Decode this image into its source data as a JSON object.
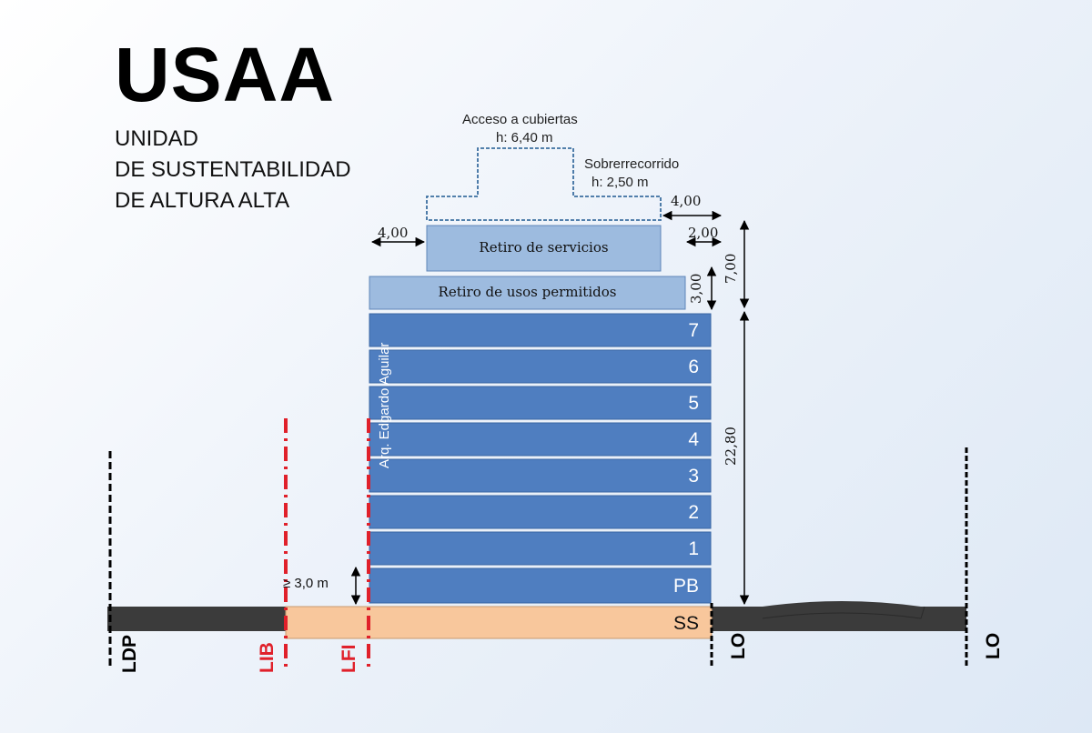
{
  "title": "USAA",
  "subtitle_lines": [
    "UNIDAD",
    "DE SUSTENTABILIDAD",
    "DE ALTURA ALTA"
  ],
  "roof_access": {
    "line1": "Acceso a cubiertas",
    "line2": "h: 6,40 m"
  },
  "overrun": {
    "line1": "Sobrerrecorrido",
    "line2": "h: 2,50 m"
  },
  "bands": {
    "services": "Retiro de servicios",
    "permitted_uses": "Retiro de usos permitidos"
  },
  "floors": [
    "7",
    "6",
    "5",
    "4",
    "3",
    "2",
    "1",
    "PB"
  ],
  "basement": "SS",
  "dimensions": {
    "top_setback": "4,00",
    "left_setback": "4,00",
    "services_setback": "2,00",
    "permitted_height": "3,00",
    "upper_height": "7,00",
    "main_height": "22,80",
    "ground_clearance": "≥ 3,0 m"
  },
  "author": "Arq. Edgardo Aguilar",
  "lines": {
    "ldp": "LDP",
    "lib": "LIB",
    "lfi": "LFI",
    "lo_left": "LO",
    "lo_right": "LO"
  },
  "colors": {
    "floor_blue": "#4f7ec0",
    "band_light": "#9dbbdf",
    "basement": "#f8c79c",
    "ground": "#3b3b3b",
    "red_line": "#e0202a"
  }
}
